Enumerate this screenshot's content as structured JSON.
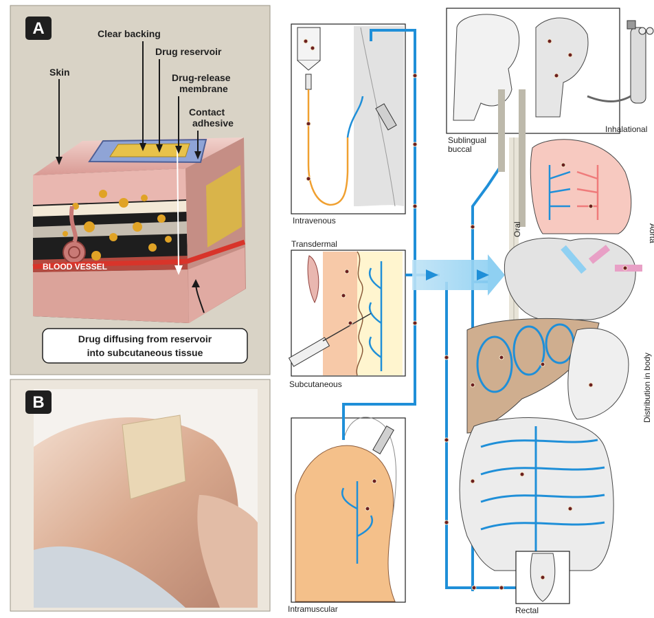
{
  "panel_a": {
    "badge": "A",
    "labels": {
      "clear_backing": "Clear backing",
      "skin": "Skin",
      "drug_reservoir": "Drug reservoir",
      "membrane_line1": "Drug-release",
      "membrane_line2": "membrane",
      "adhesive_line1": "Contact",
      "adhesive_line2": "adhesive",
      "blood_vessel": "BLOOD VESSEL"
    },
    "callout_line1": "Drug diffusing from reservoir",
    "callout_line2": "into subcutaneous tissue"
  },
  "panel_b": {
    "badge": "B"
  },
  "routes": {
    "intravenous": "Intravenous",
    "transdermal": "Transdermal",
    "subcutaneous": "Subcutaneous",
    "intramuscular": "Intramuscular",
    "sublingual_line1": "Sublingual",
    "sublingual_line2": "buccal",
    "inhalational": "Inhalational",
    "oral": "Oral",
    "aorta": "Aorta",
    "distribution": "Distribution in body",
    "rectal": "Rectal"
  },
  "colors": {
    "vessel_blue": "#1f8fd8",
    "drug_dot": "#6b1f1f",
    "skin_panel_bg": "#d9d3c6",
    "lung_pink": "#f7c9c0",
    "liver_tan": "#cfae8f",
    "muscle_orange": "#f4c08a",
    "patch_tan": "#ead7b5"
  }
}
